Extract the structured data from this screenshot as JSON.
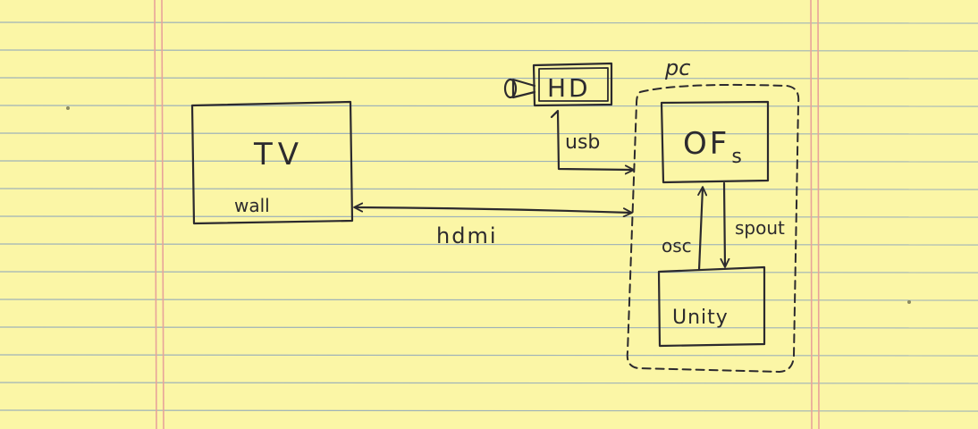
{
  "colors": {
    "paper": "#fbf6a6",
    "rule_line": "#9fb3b8",
    "margin_line": "#e8a39a",
    "ink": "#2c2a2e"
  },
  "diagram": {
    "group_label": "pc",
    "nodes": {
      "tv": {
        "title": "TV",
        "subtitle": "wall"
      },
      "hd": {
        "title": "HD"
      },
      "ofs": {
        "title": "OF",
        "subscript": "s"
      },
      "unity": {
        "title": "Unity"
      }
    },
    "edges": {
      "hdmi": "hdmi",
      "usb": "usb",
      "osc": "osc",
      "spout": "spout"
    }
  },
  "icons": {
    "hd_side": "camera-lens-icon"
  }
}
